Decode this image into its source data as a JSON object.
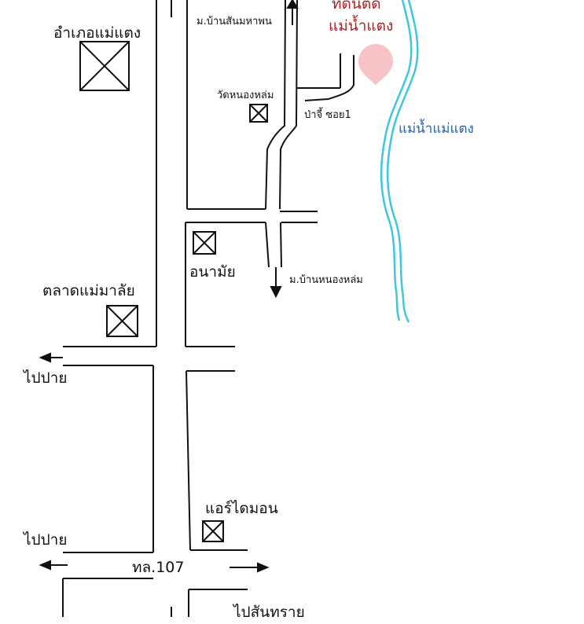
{
  "colors": {
    "road": "#111111",
    "river": "#3fc6e0",
    "destination_marker": "#f6c3c6",
    "destination_text": "#a3262a",
    "river_text": "#2b62a8"
  },
  "labels": {
    "district": "อำเภอแม่แตง",
    "village_north": "ม.บ้านสันมหาพน",
    "destination_line1": "ที่ดินติด",
    "destination_line2": "แม่น้ำแตง",
    "temple": "วัดหนองหล่ม",
    "soi": "ป่าจี้ ซอย1",
    "river": "แม่น้ำแม่แตง",
    "health_center": "อนามัย",
    "village_south": "ม.บ้านหนองหล่ม",
    "market": "ตลาดแม่มาลัย",
    "to_pai_1": "ไปปาย",
    "to_pai_2": "ไปปาย",
    "airdimon": "แอร์ไดมอน",
    "highway": "ทล.107",
    "to_sansai": "ไปสันทราย"
  },
  "icons": [
    "landmark-box-icon",
    "arrow-up-icon",
    "arrow-down-icon",
    "arrow-left-icon",
    "arrow-right-icon",
    "location-pin-icon"
  ]
}
